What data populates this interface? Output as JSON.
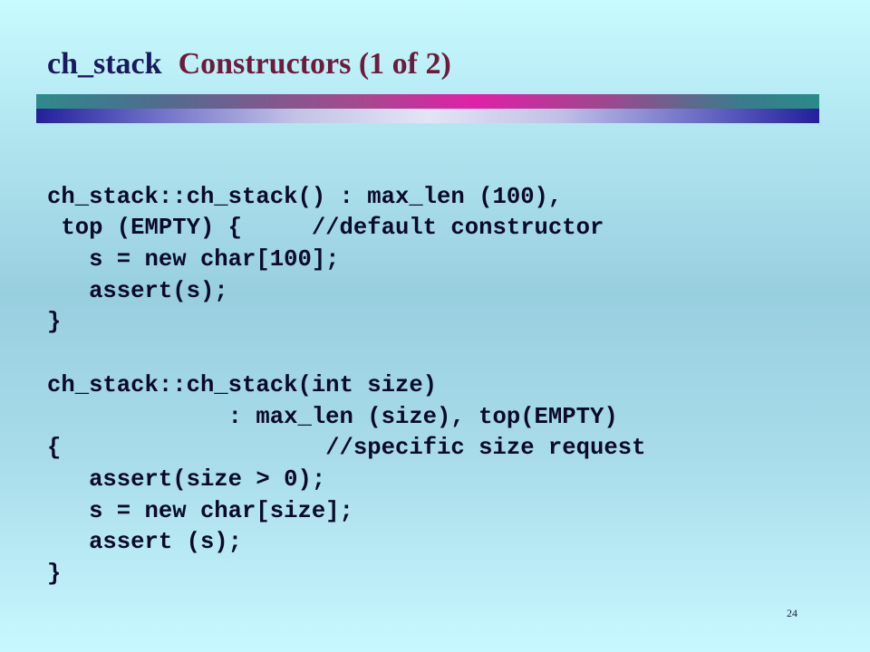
{
  "slide": {
    "title_part1": "ch_stack",
    "title_part2": "Constructors (1 of 2)",
    "code_lines": [
      "ch_stack::ch_stack() : max_len (100),",
      " top (EMPTY) {     //default constructor",
      "   s = new char[100];",
      "   assert(s);",
      "}",
      "",
      "ch_stack::ch_stack(int size)",
      "             : max_len (size), top(EMPTY)",
      "{                   //specific size request",
      "   assert(size > 0);",
      "   s = new char[size];",
      "   assert (s);",
      "}"
    ],
    "page_number": "24"
  },
  "colors": {
    "title_dark_blue": "#19195f",
    "title_maroon": "#6e1a3c",
    "code_text": "#0a0a2a"
  }
}
